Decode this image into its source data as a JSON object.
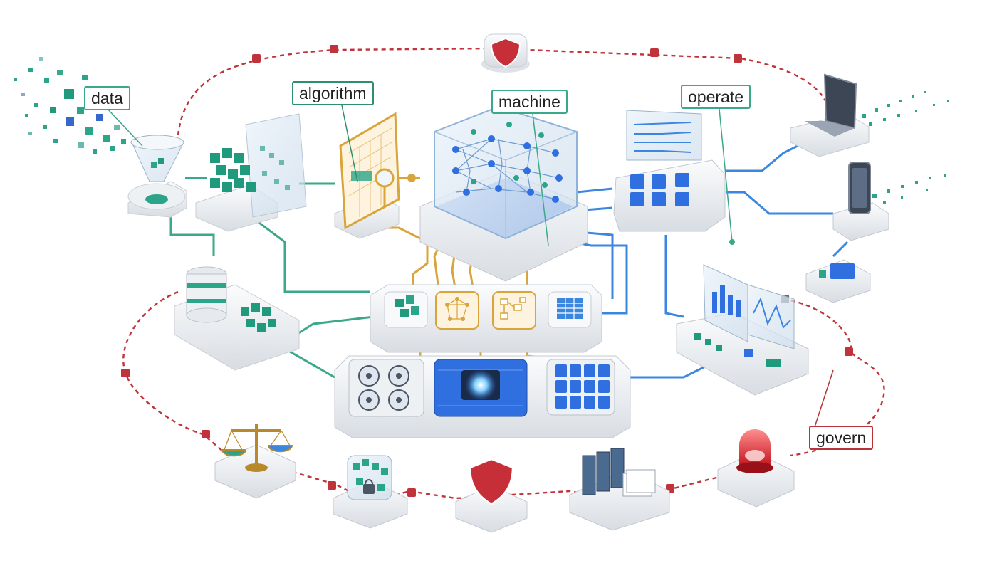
{
  "labels": {
    "data": "data",
    "algorithm": "algorithm",
    "machine": "machine",
    "operate": "operate",
    "govern": "govern"
  },
  "colors": {
    "data": "#2aa58a",
    "algorithm": "#d9a43a",
    "machine": "#2f6fe0",
    "operate": "#3b87e0",
    "govern": "#c0333b",
    "platform": "#e9ecf0"
  },
  "icons": [
    "funnel-icon",
    "cube-stack-icon",
    "database-icon",
    "chart-board-icon",
    "neural-network-icon",
    "gpu-chip-icon",
    "cooling-fans-icon",
    "server-rack-icon",
    "laptop-icon",
    "smartphone-icon",
    "dashboard-icon",
    "scales-icon",
    "locked-container-icon",
    "shield-icon",
    "document-archive-icon",
    "alarm-light-icon",
    "flowchart-icon",
    "table-icon"
  ]
}
